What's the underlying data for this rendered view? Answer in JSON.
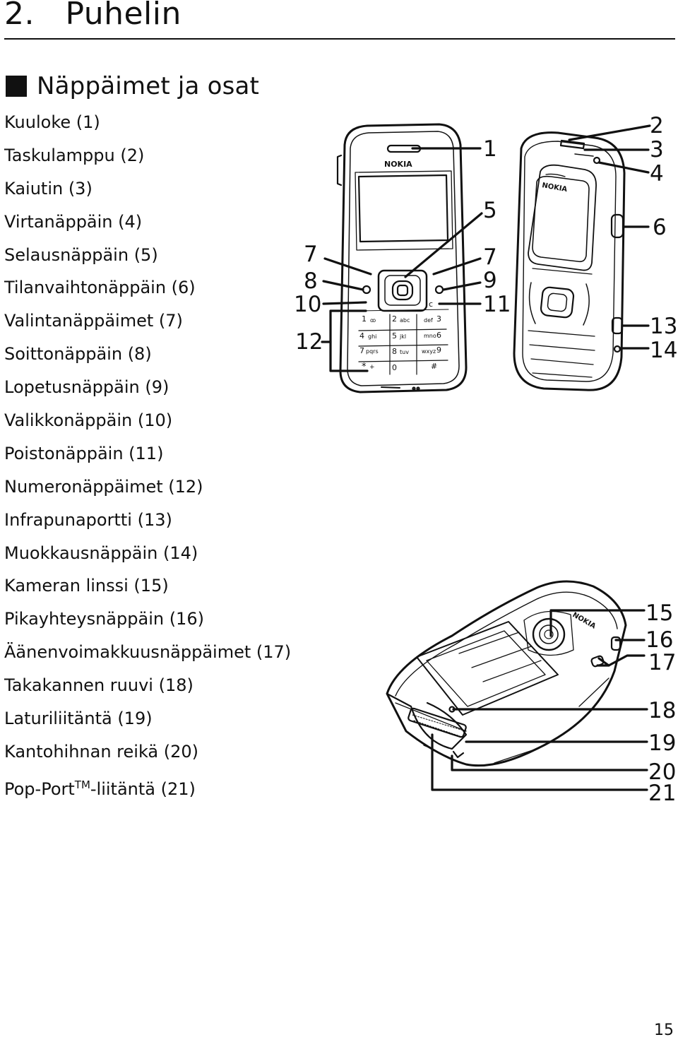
{
  "chapter": {
    "number": "2.",
    "title": "Puhelin"
  },
  "section": {
    "title": "Näppäimet ja osat"
  },
  "parts": [
    "Kuuloke (1)",
    "Taskulamppu (2)",
    "Kaiutin (3)",
    "Virtanäppäin (4)",
    "Selausnäppäin (5)",
    "Tilanvaihtonäppäin (6)",
    "Valintanäppäimet (7)",
    "Soittonäppäin (8)",
    "Lopetusnäppäin (9)",
    "Valikkonäppäin (10)",
    "Poistonäppäin (11)",
    "Numeronäppäimet (12)",
    "Infrapunaportti (13)",
    "Muokkausnäppäin (14)",
    "Kameran linssi (15)",
    "Pikayhteysnäppäin (16)",
    "Äänenvoimakkuusnäppäimet (17)",
    "Takakannen ruuvi (18)",
    "Laturiliitäntä (19)",
    "Kantohihnan reikä (20)"
  ],
  "last_part": {
    "prefix": "Pop-Port",
    "sup": "TM",
    "suffix": "-liitäntä (21)"
  },
  "figure": {
    "brand": "NOKIA",
    "keypad": [
      [
        "1",
        "ꝏ",
        "2",
        "abc",
        "def",
        "3"
      ],
      [
        "4",
        "ghi",
        "5",
        "jkl",
        "mno",
        "6"
      ],
      [
        "7",
        "pqrs",
        "8",
        "tuv",
        "wxyz",
        "9"
      ],
      [
        "*",
        "+",
        "0",
        "",
        "",
        "#"
      ]
    ],
    "clear_key": "c",
    "callouts": [
      "1",
      "2",
      "3",
      "4",
      "5",
      "6",
      "7",
      "7",
      "8",
      "9",
      "10",
      "11",
      "12",
      "13",
      "14",
      "15",
      "16",
      "17",
      "18",
      "19",
      "20",
      "21"
    ]
  },
  "page_number": "15"
}
